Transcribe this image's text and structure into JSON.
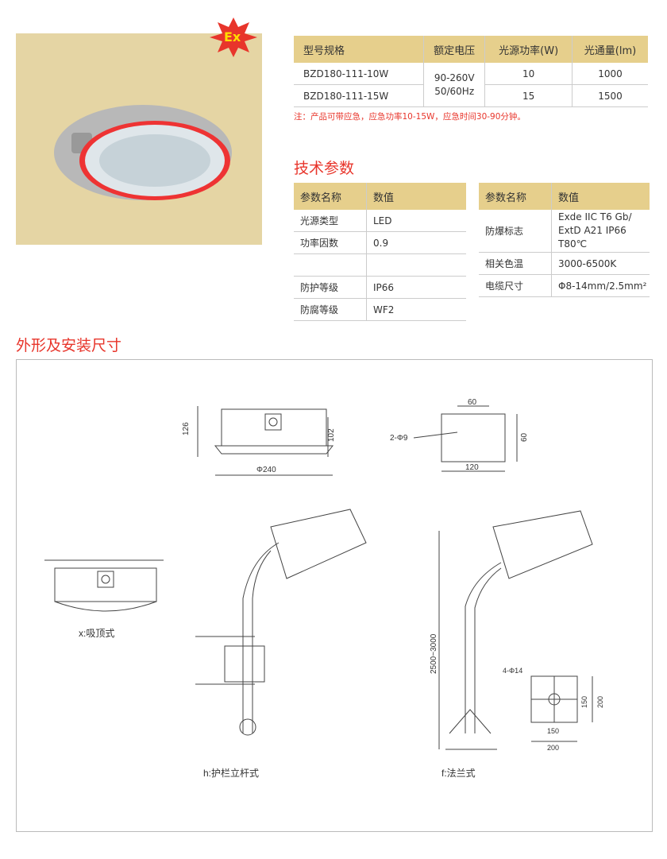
{
  "badge": "Ex",
  "spec_table": {
    "headers": [
      "型号规格",
      "额定电压",
      "光源功率(W)",
      "光通量(lm)"
    ],
    "rows": [
      {
        "model": "BZD180-111-10W",
        "power": "10",
        "flux": "1000"
      },
      {
        "model": "BZD180-111-15W",
        "power": "15",
        "flux": "1500"
      }
    ],
    "voltage": [
      "90-260V",
      "50/60Hz"
    ]
  },
  "note": "注：产品可带应急，应急功率10-15W，应急时间30-90分钟。",
  "tech_title": "技术参数",
  "tech_left": {
    "headers": [
      "参数名称",
      "数值"
    ],
    "rows": [
      [
        "光源类型",
        "LED"
      ],
      [
        "功率因数",
        "0.9"
      ],
      [
        "",
        ""
      ],
      [
        "防护等级",
        "IP66"
      ],
      [
        "防腐等级",
        "WF2"
      ]
    ]
  },
  "tech_right": {
    "headers": [
      "参数名称",
      "数值"
    ],
    "rows": [
      [
        "防爆标志",
        "Exde IIC T6 Gb/",
        "ExtD A21 IP66 T80℃"
      ],
      [
        "相关色温",
        "3000-6500K"
      ],
      [
        "电缆尺寸",
        "Φ8-14mm/2.5mm²"
      ]
    ]
  },
  "dim_title": "外形及安装尺寸",
  "dims": {
    "h126": "126",
    "h102": "102",
    "d240": "Φ240",
    "w60": "60",
    "h60": "60",
    "holes": "2-Φ9",
    "w120": "120",
    "pole_h": "2500~3000",
    "flange_holes": "4-Φ14",
    "f150v": "150",
    "f200v": "200",
    "f150h": "150",
    "f200h": "200"
  },
  "captions": {
    "ceiling": "x:吸顶式",
    "guardrail": "h:护栏立杆式",
    "flange": "f:法兰式"
  }
}
